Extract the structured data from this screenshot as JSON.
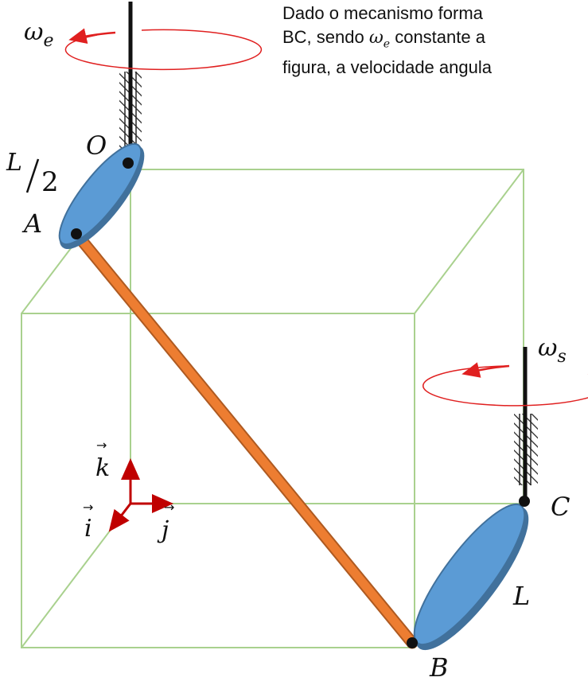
{
  "question": {
    "line1": "Dado o mecanismo forma",
    "line2_a": "BC, sendo ",
    "line2_b": " constante a",
    "line3": "figura, a velocidade angula"
  },
  "labels": {
    "omega": "ω",
    "omega_e_sub": "e",
    "omega_s_sub": "s",
    "point_o": "O",
    "point_a": "A",
    "point_b": "B",
    "point_c": "C",
    "length_l": "L",
    "half_num": "L",
    "half_den": "2",
    "vec_k": "k",
    "vec_i": "i",
    "vec_j": "j",
    "arrow_mark": "→"
  },
  "colors": {
    "box": "#a9d18e",
    "disk_fill": "#5b9bd5",
    "disk_stroke": "#41719c",
    "rod_fill": "#ed7d31",
    "rod_stroke": "#ae5a21",
    "rotation": "#e02020",
    "axes": "#c00000"
  }
}
